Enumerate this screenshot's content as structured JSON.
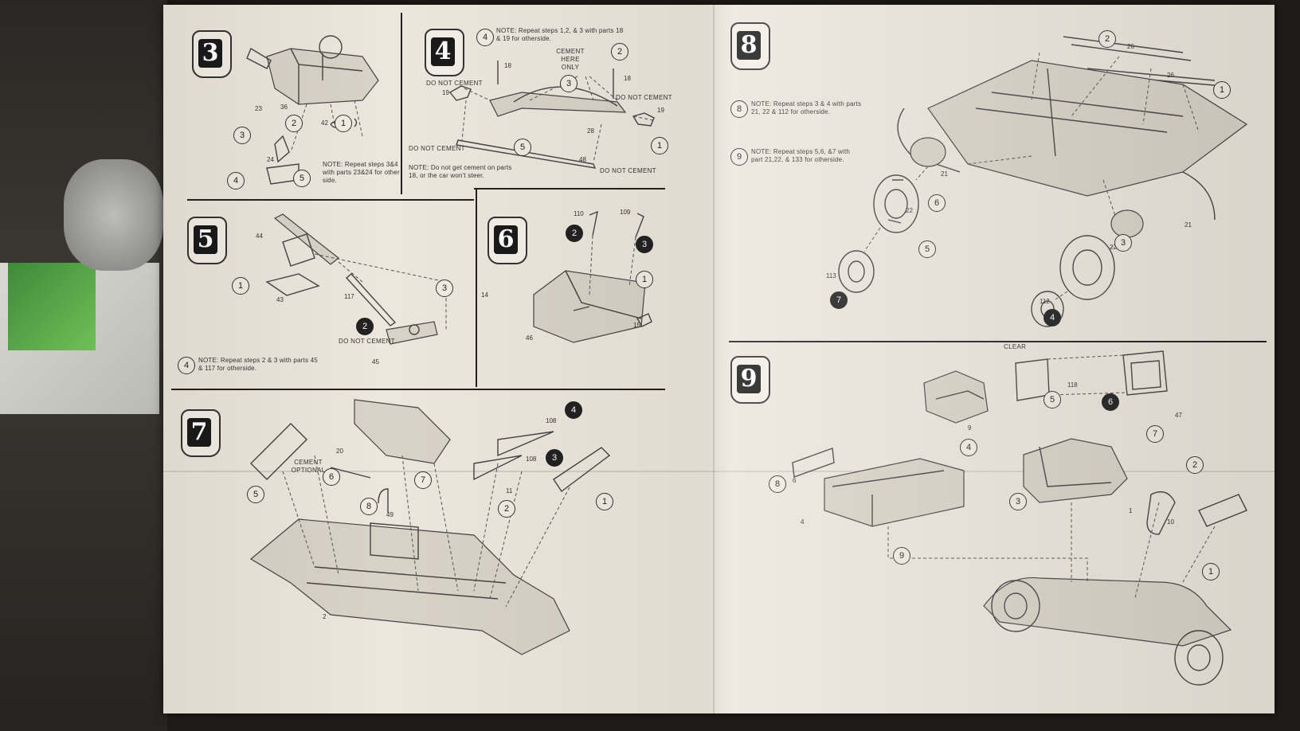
{
  "steps": {
    "step3": {
      "number": "3",
      "note": "NOTE: Repeat steps 3&4 with parts 23&24 for other side.",
      "callouts": [
        "1",
        "2",
        "3",
        "4",
        "5"
      ],
      "parts": [
        "23",
        "36",
        "42",
        "24"
      ]
    },
    "step4": {
      "number": "4",
      "note_top_num": "4",
      "note_top": "NOTE: Repeat steps 1,2, & 3 with parts 18 & 19 for otherside.",
      "labels": [
        "DO NOT CEMENT",
        "CEMENT HERE ONLY",
        "DO NOT CEMENT",
        "DO NOT CEMENT",
        "DO NOT CEMENT"
      ],
      "note_bottom": "NOTE: Do not get cement on parts 18, or the car won't steer.",
      "callouts": [
        "1",
        "2",
        "3",
        "5"
      ],
      "parts": [
        "18",
        "19",
        "18",
        "19",
        "28",
        "48"
      ]
    },
    "step5": {
      "number": "5",
      "note_num": "4",
      "note": "NOTE: Repeat steps 2 & 3 with parts 45 & 117 for otherside.",
      "label": "DO NOT CEMENT",
      "callouts": [
        "1",
        "2",
        "3"
      ],
      "parts": [
        "44",
        "43",
        "117",
        "45"
      ]
    },
    "step6": {
      "number": "6",
      "callouts": [
        "1",
        "2",
        "3"
      ],
      "parts": [
        "110",
        "109",
        "14",
        "46",
        "15"
      ]
    },
    "step7": {
      "number": "7",
      "label": "CEMENT OPTIONAL",
      "callouts": [
        "1",
        "2",
        "3",
        "4",
        "5",
        "6",
        "7",
        "8"
      ],
      "parts": [
        "20",
        "108",
        "108",
        "11",
        "49",
        "2"
      ]
    },
    "step8": {
      "number": "8",
      "note1_num": "8",
      "note1": "NOTE: Repeat steps 3 & 4 with parts 21, 22 & 112 for otherside.",
      "note2_num": "9",
      "note2": "NOTE: Repeat steps 5,6, &7 with part 21,22, & 133 for otherside.",
      "callouts": [
        "1",
        "2",
        "3",
        "4",
        "5",
        "6",
        "7"
      ],
      "parts": [
        "26",
        "26",
        "21",
        "22",
        "113",
        "21",
        "22",
        "112"
      ]
    },
    "step9": {
      "number": "9",
      "label": "CLEAR",
      "callouts": [
        "1",
        "2",
        "3",
        "4",
        "5",
        "6",
        "7",
        "8",
        "9"
      ],
      "parts": [
        "118",
        "47",
        "9",
        "6",
        "4",
        "1",
        "10"
      ]
    }
  }
}
